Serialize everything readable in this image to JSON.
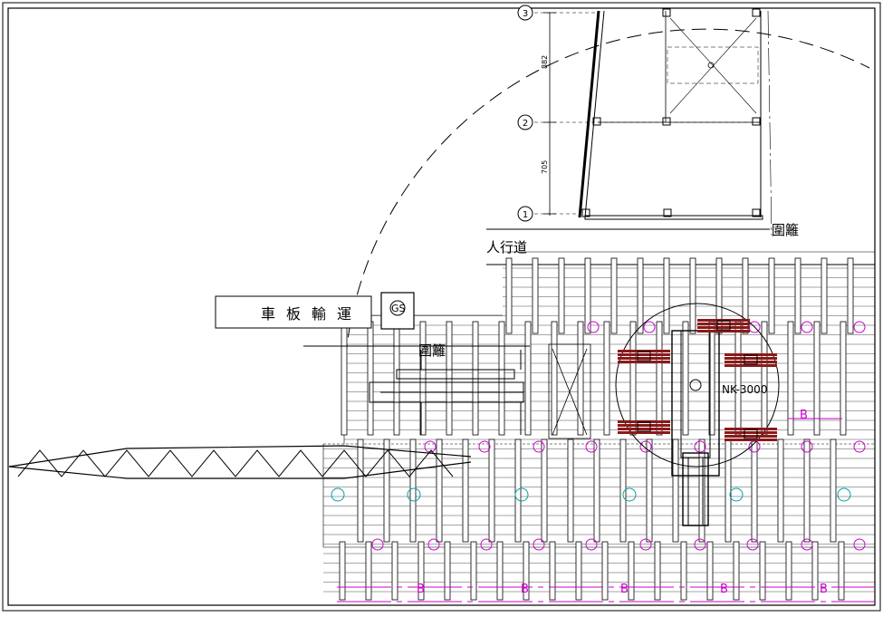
{
  "labels": {
    "fence_top": "圍籬",
    "walkway": "人行道",
    "truck": [
      "運",
      "輸",
      "板",
      "車"
    ],
    "fence_mid": "圍籬",
    "crane_model": "NK-3000",
    "gas_station": "GS",
    "dim_top": "882",
    "dim_bottom": "705",
    "grid_1": "1",
    "grid_2": "2",
    "grid_3": "3",
    "mark_b": "B"
  },
  "colors": {
    "line": "#000000",
    "magenta": "#cc00cc",
    "teal": "#00a0a0",
    "mat": "#8b1a1a",
    "dim": "#7a7a7a"
  }
}
